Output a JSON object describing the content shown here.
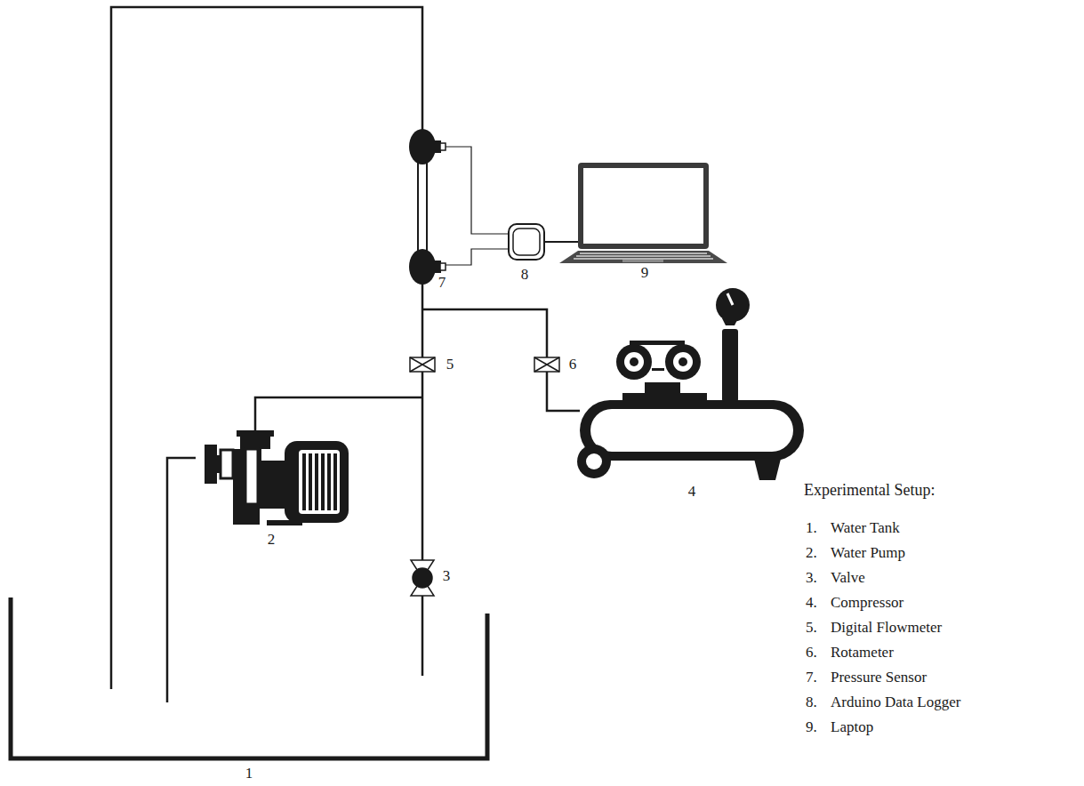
{
  "diagram": {
    "title": "Experimental Setup:",
    "labels": [
      "1",
      "2",
      "3",
      "4",
      "5",
      "6",
      "7",
      "8",
      "9",
      "1.",
      "Water Tank",
      "2.",
      "Water Pump",
      "3.",
      "Valve",
      "4.",
      "Compressor",
      "5.",
      "Digital Flowmeter",
      "6.",
      "Rotameter",
      "7.",
      "Pressure Sensor",
      "8.",
      "Arduino Data Logger",
      "9.",
      "Laptop"
    ]
  }
}
